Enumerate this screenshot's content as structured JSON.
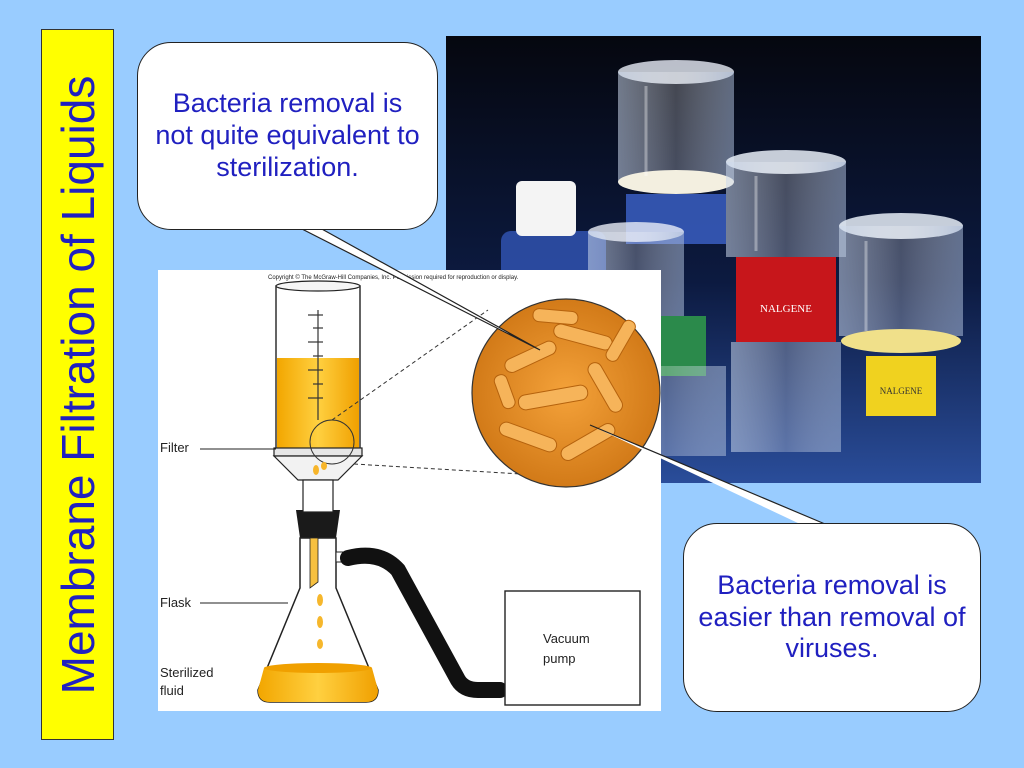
{
  "slide": {
    "title": "Membrane Filtration of Liquids"
  },
  "callouts": {
    "top": "Bacteria removal is not quite equivalent to sterilization.",
    "bottom": "Bacteria removal is easier than removal of viruses."
  },
  "diagram": {
    "copyright": "Copyright © The McGraw-Hill Companies, Inc. Permission required for reproduction or display.",
    "labels": {
      "filter": "Filter",
      "flask": "Flask",
      "sterilized_line1": "Sterilized",
      "sterilized_line2": "fluid",
      "vacuum_line1": "Vacuum",
      "vacuum_line2": "pump"
    }
  },
  "photo": {
    "brand_label_1": "NALGENE",
    "brand_label_2": "NALGENE"
  },
  "colors": {
    "background": "#99ccff",
    "title_bar": "#ffff00",
    "text_blue": "#2020c0",
    "fluid": "#f5b000",
    "bacteria": "#e7922a"
  }
}
